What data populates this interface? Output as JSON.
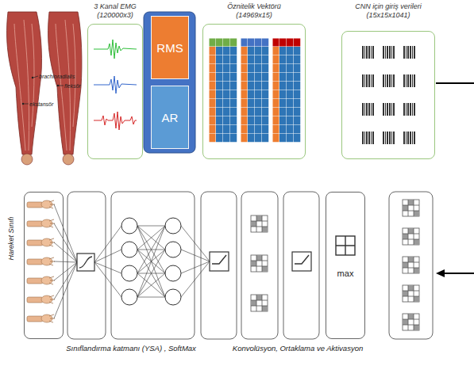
{
  "diagram": {
    "nodes": [
      {
        "text": [
          "3 Kanal EMG (120000x3)"
        ]
      },
      {
        "text": [
          "RMS"
        ]
      },
      {
        "text": [
          "AR"
        ]
      },
      {
        "text": [
          "Öznitelik Vektörü (14969x15)"
        ]
      },
      {
        "text": [
          "CNN için giriş verileri (15x15x1041)"
        ]
      },
      {
        "text": [
          "Hareket Sınıfı"
        ]
      },
      {
        "text": [
          "max"
        ]
      }
    ],
    "labels": [
      "brachioradialis",
      "fleksör",
      "ekstansör",
      "Sınıflandırma katmanı (YSA) , SoftMax",
      "Konvolüsyon, Ortaklama ve Aktivasyon"
    ]
  }
}
